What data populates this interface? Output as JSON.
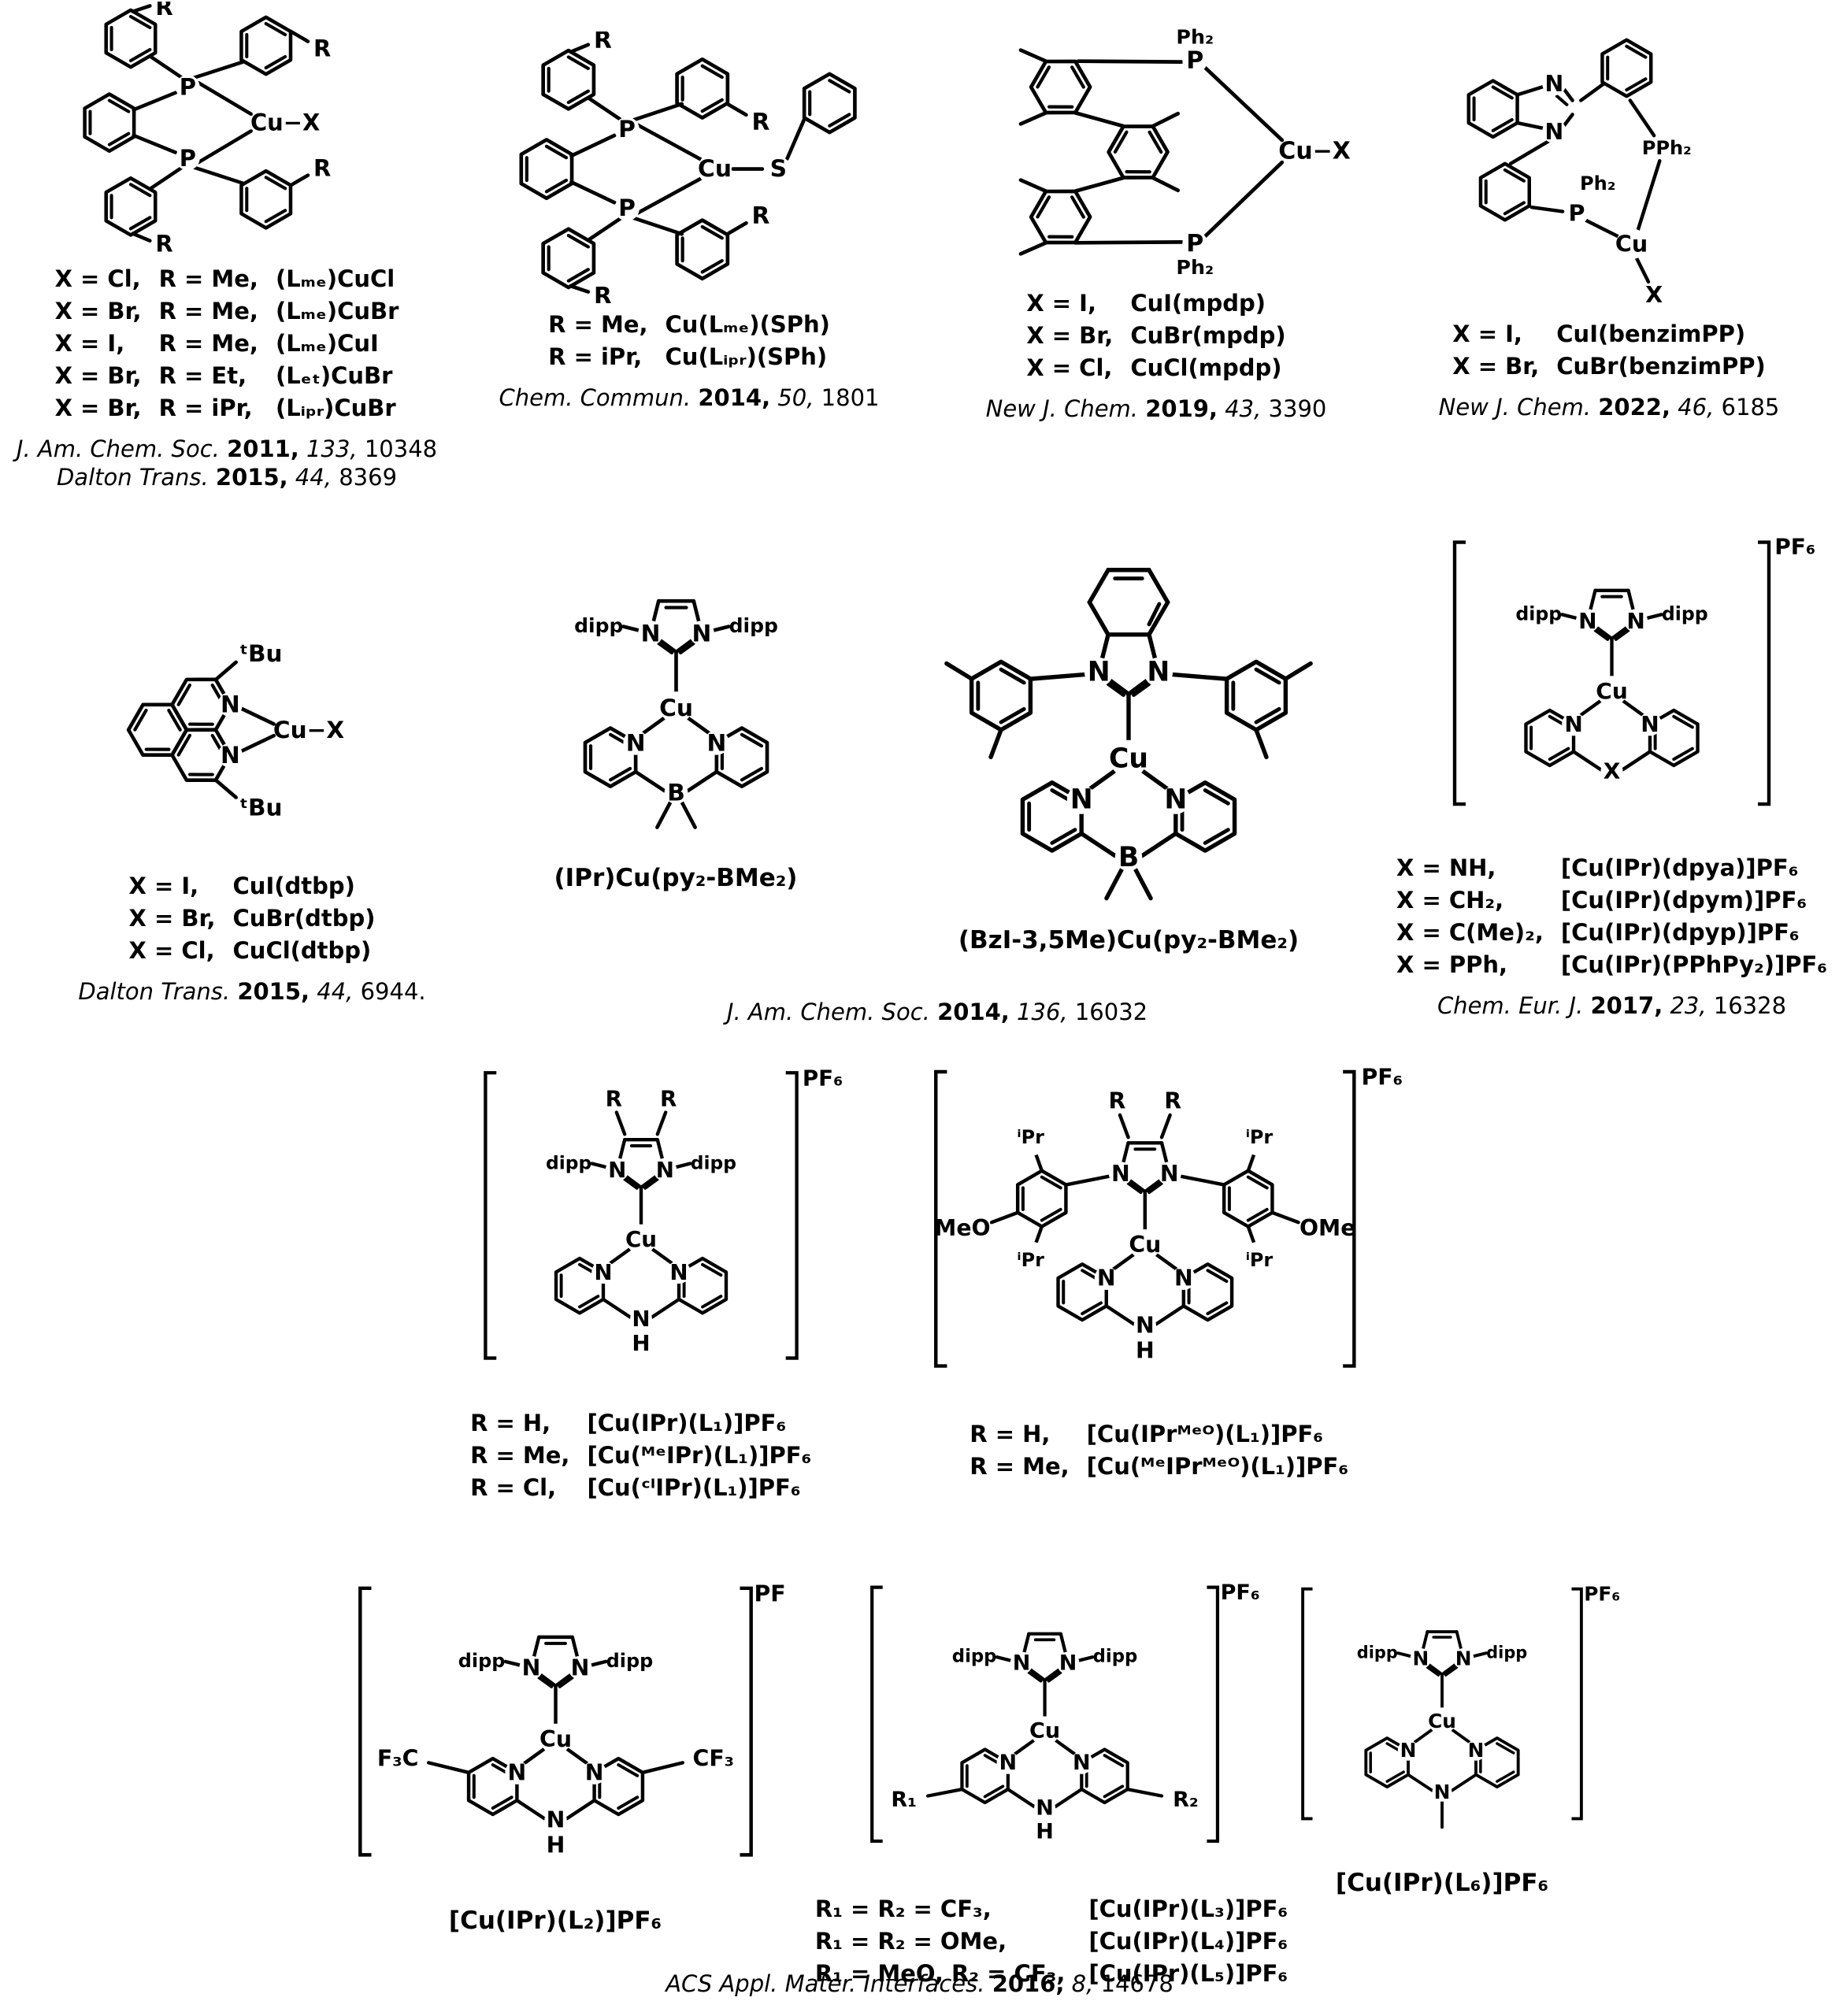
{
  "atoms": {
    "Cu": "Cu",
    "CuX": "Cu−X",
    "N": "N",
    "P": "P",
    "B": "B",
    "S": "S",
    "X": "X",
    "H": "H",
    "R": "R",
    "R1": "R₁",
    "R2": "R₂",
    "dipp": "dipp",
    "Ph2": "Ph₂",
    "PPh2": "PPh₂",
    "PF6": "PF₆",
    "tBu": "ᵗBu",
    "iPr": "ⁱPr",
    "MeO": "MeO",
    "OMe": "OMe",
    "F3C": "F₃C",
    "CF3": "CF₃"
  },
  "s1": {
    "rows": [
      {
        "x": "X = Cl,",
        "r": "R = Me,",
        "n": "(Lₘₑ)CuCl"
      },
      {
        "x": "X = Br,",
        "r": "R = Me,",
        "n": "(Lₘₑ)CuBr"
      },
      {
        "x": "X = I,",
        "r": "R = Me,",
        "n": "(Lₘₑ)CuI"
      },
      {
        "x": "X = Br,",
        "r": "R = Et,",
        "n": "(Lₑₜ)CuBr"
      },
      {
        "x": "X = Br,",
        "r": "R = iPr,",
        "n": "(Lᵢₚᵣ)CuBr"
      }
    ],
    "cites": [
      {
        "j": "J. Am. Chem. Soc.",
        "y": "2011,",
        "v": "133,",
        "p": "10348"
      },
      {
        "j": "Dalton Trans.",
        "y": "2015,",
        "v": "44,",
        "p": "8369"
      }
    ]
  },
  "s2": {
    "rows": [
      {
        "c": "R = Me,",
        "n": "Cu(Lₘₑ)(SPh)"
      },
      {
        "c": "R = iPr,",
        "n": "Cu(Lᵢₚᵣ)(SPh)"
      }
    ],
    "cite": {
      "j": "Chem. Commun.",
      "y": "2014,",
      "v": "50,",
      "p": "1801"
    }
  },
  "s3": {
    "rows": [
      {
        "c": "X = I,",
        "n": "CuI(mpdp)"
      },
      {
        "c": "X = Br,",
        "n": "CuBr(mpdp)"
      },
      {
        "c": "X = Cl,",
        "n": "CuCl(mpdp)"
      }
    ],
    "cite": {
      "j": "New J. Chem.",
      "y": "2019,",
      "v": "43,",
      "p": "3390"
    }
  },
  "s4": {
    "rows": [
      {
        "c": "X = I,",
        "n": "CuI(benzimPP)"
      },
      {
        "c": "X = Br,",
        "n": "CuBr(benzimPP)"
      }
    ],
    "cite": {
      "j": "New J. Chem.",
      "y": "2022,",
      "v": "46,",
      "p": "6185"
    }
  },
  "s5": {
    "rows": [
      {
        "c": "X = I,",
        "n": "CuI(dtbp)"
      },
      {
        "c": "X = Br,",
        "n": "CuBr(dtbp)"
      },
      {
        "c": "X = Cl,",
        "n": "CuCl(dtbp)"
      }
    ],
    "cite": {
      "j": "Dalton Trans.",
      "y": "2015,",
      "v": "44,",
      "p": "6944."
    }
  },
  "s6": {
    "label": "(IPr)Cu(py₂-BMe₂)"
  },
  "s7": {
    "label": "(BzI-3,5Me)Cu(py₂-BMe₂)"
  },
  "mid": {
    "cite": {
      "j": "J. Am. Chem. Soc.",
      "y": "2014,",
      "v": "136,",
      "p": "16032"
    }
  },
  "s8": {
    "rows": [
      {
        "c": "X = NH,",
        "n": "[Cu(IPr)(dpya)]PF₆"
      },
      {
        "c": "X = CH₂,",
        "n": "[Cu(IPr)(dpym)]PF₆"
      },
      {
        "c": "X = C(Me)₂,",
        "n": "[Cu(IPr)(dpyp)]PF₆"
      },
      {
        "c": "X = PPh,",
        "n": "[Cu(IPr)(PPhPy₂)]PF₆"
      }
    ],
    "cite": {
      "j": "Chem. Eur. J.",
      "y": "2017,",
      "v": "23,",
      "p": "16328"
    }
  },
  "s9": {
    "rows": [
      {
        "c": "R = H,",
        "n": "[Cu(IPr)(L₁)]PF₆"
      },
      {
        "c": "R = Me,",
        "n": "[Cu(ᴹᵉIPr)(L₁)]PF₆"
      },
      {
        "c": "R = Cl,",
        "n": "[Cu(ᶜˡIPr)(L₁)]PF₆"
      }
    ]
  },
  "s10": {
    "rows": [
      {
        "c": "R = H,",
        "n": "[Cu(IPrᴹᵉᴼ)(L₁)]PF₆"
      },
      {
        "c": "R = Me,",
        "n": "[Cu(ᴹᵉIPrᴹᵉᴼ)(L₁)]PF₆"
      }
    ]
  },
  "s11": {
    "label": "[Cu(IPr)(L₂)]PF₆"
  },
  "s12": {
    "rows": [
      {
        "c": "R₁ = R₂ = CF₃,",
        "n": "[Cu(IPr)(L₃)]PF₆"
      },
      {
        "c": "R₁ = R₂ = OMe,",
        "n": "[Cu(IPr)(L₄)]PF₆"
      },
      {
        "c": "R₁ = MeO, R₂ = CF₃,",
        "n": "[Cu(IPr)(L₅)]PF₆"
      }
    ]
  },
  "s13": {
    "label": "[Cu(IPr)(L₆)]PF₆"
  },
  "bottom": {
    "cite": {
      "j": "ACS Appl. Mater. Interfaces.",
      "y": "2016,",
      "v": "8,",
      "p": "14678"
    }
  }
}
